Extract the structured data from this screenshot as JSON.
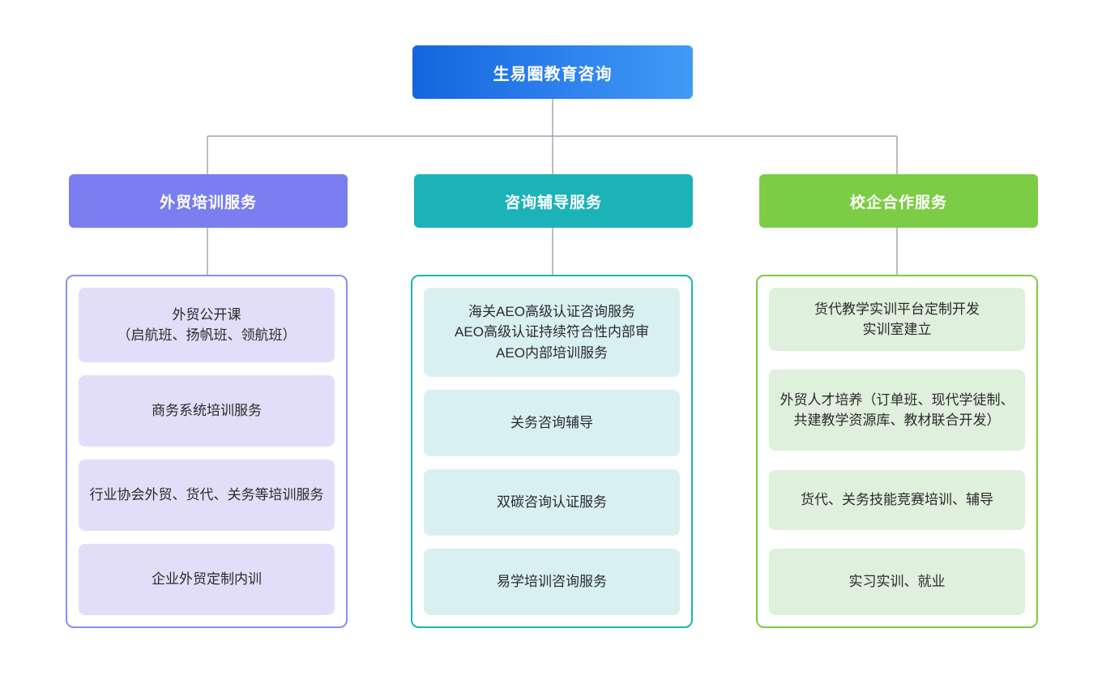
{
  "diagram": {
    "type": "organization-tree",
    "root": {
      "label": "生易圈教育咨询",
      "color": "#1565dd",
      "color_end": "#3f9bf6"
    },
    "connector_color": "#9aa3ab",
    "branches": [
      {
        "header": "外贸培训服务",
        "header_color": "#7b7ef0",
        "border_color": "#8b8cf2",
        "item_color": "#e2defa",
        "items": [
          "外贸公开课\n（启航班、扬帆班、领航班）",
          "商务系统培训服务",
          "行业协会外贸、货代、关务等培训服务",
          "企业外贸定制内训"
        ]
      },
      {
        "header": "咨询辅导服务",
        "header_color": "#1cb3b8",
        "border_color": "#1cb3b8",
        "item_color": "#d9f0f1",
        "items": [
          "海关AEO高级认证咨询服务\nAEO高级认证持续符合性内部审\nAEO内部培训服务",
          "关务咨询辅导",
          "双碳咨询认证服务",
          "易学培训咨询服务"
        ]
      },
      {
        "header": "校企合作服务",
        "header_color": "#7ccc45",
        "border_color": "#7ccc45",
        "item_color": "#dff0dc",
        "items": [
          "货代教学实训平台定制开发\n实训室建立",
          "外贸人才培养（订单班、现代学徒制、共建教学资源库、教材联合开发）",
          "货代、关务技能竞赛培训、辅导",
          "实习实训、就业"
        ]
      }
    ]
  }
}
